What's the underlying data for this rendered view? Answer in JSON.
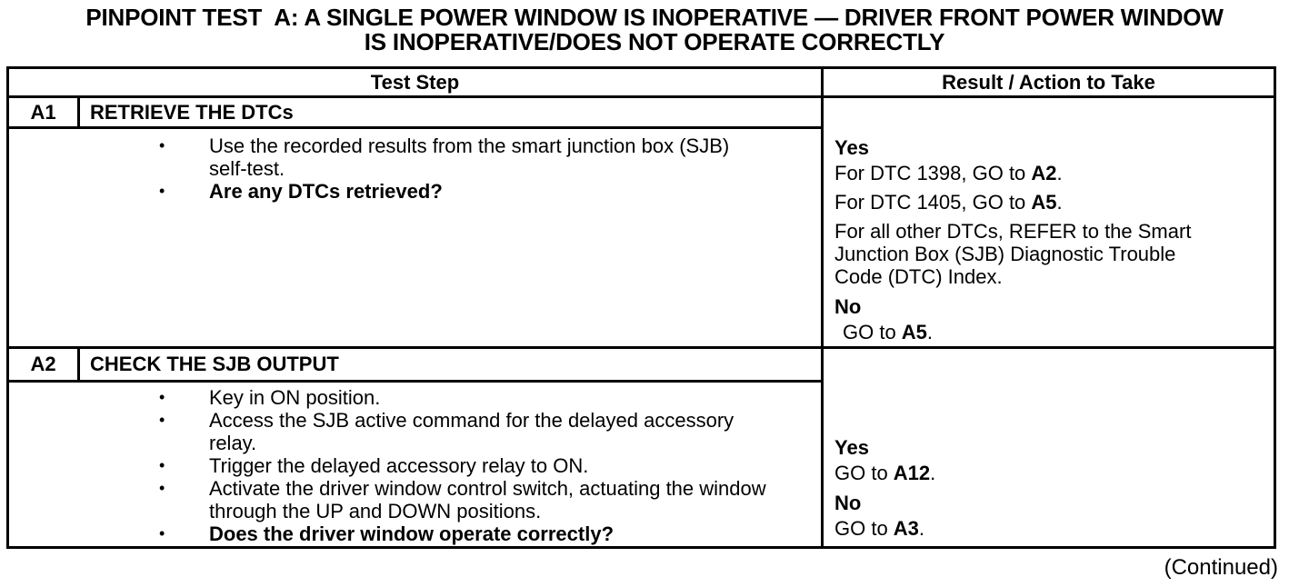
{
  "title": "PINPOINT TEST  A: A SINGLE POWER WINDOW IS INOPERATIVE — DRIVER FRONT POWER WINDOW\nIS INOPERATIVE/DOES NOT OPERATE CORRECTLY",
  "glyphs": {
    "bullet": "•"
  },
  "table": {
    "headers": {
      "test_step": "Test Step",
      "result": "Result / Action to Take"
    },
    "steps": [
      {
        "id": "A1",
        "name": "RETRIEVE THE DTCs",
        "bullets": [
          {
            "text": "Use the recorded results from the smart junction box (SJB)\nself-test."
          },
          {
            "text": "Are any DTCs retrieved?"
          }
        ],
        "results": [
          {
            "verdict": "Yes",
            "actions": [
              {
                "pre": "For DTC 1398, GO to ",
                "bold": "A2",
                "post": "."
              },
              {
                "pre": "For DTC 1405, GO to ",
                "bold": "A5",
                "post": "."
              },
              {
                "pre": "For all other DTCs, REFER to the Smart\nJunction Box (SJB) Diagnostic Trouble\nCode (DTC) Index.",
                "bold": "",
                "post": ""
              }
            ]
          },
          {
            "verdict": "No",
            "actions": [
              {
                "pre": "GO to ",
                "bold": "A5",
                "post": "."
              }
            ]
          }
        ]
      },
      {
        "id": "A2",
        "name": "CHECK THE SJB OUTPUT",
        "bullets": [
          {
            "text": "Key in ON position."
          },
          {
            "text": "Access the SJB active command for the delayed accessory\nrelay."
          },
          {
            "text": "Trigger the delayed accessory relay to ON."
          },
          {
            "text": "Activate the driver window control switch, actuating the window\nthrough the UP and DOWN positions."
          },
          {
            "text": "Does the driver window operate correctly?"
          }
        ],
        "results": [
          {
            "verdict": "Yes",
            "actions": [
              {
                "pre": "GO to ",
                "bold": "A12",
                "post": "."
              }
            ]
          },
          {
            "verdict": "No",
            "actions": [
              {
                "pre": "GO to ",
                "bold": "A3",
                "post": "."
              }
            ]
          }
        ]
      }
    ]
  },
  "footer": {
    "continued": "(Continued)"
  }
}
